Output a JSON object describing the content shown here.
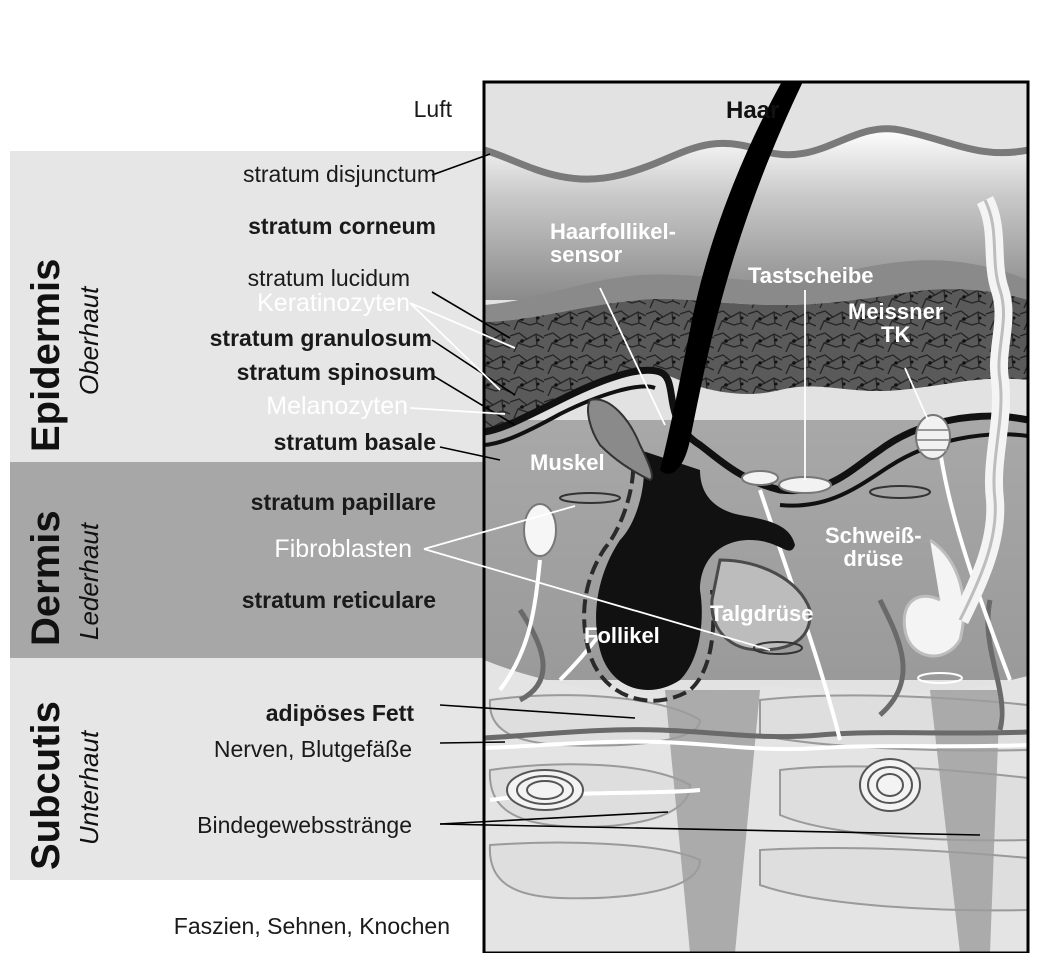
{
  "regions": {
    "epidermis": {
      "name": "Epidermis",
      "sub": "Oberhaut"
    },
    "dermis": {
      "name": "Dermis",
      "sub": "Lederhaut"
    },
    "subcutis": {
      "name": "Subcutis",
      "sub": "Unterhaut"
    }
  },
  "left_labels": {
    "luft": "Luft",
    "disjunctum": "stratum disjunctum",
    "corneum": "stratum corneum",
    "lucidum": "stratum lucidum",
    "keratinozyten": "Keratinozyten",
    "granulosum": "stratum granulosum",
    "spinosum": "stratum spinosum",
    "melanozyten": "Melanozyten",
    "basale": "stratum basale",
    "papillare": "stratum papillare",
    "fibroblasten": "Fibroblasten",
    "reticulare": "stratum reticulare",
    "fett": "adipöses Fett",
    "nerven": "Nerven, Blutgefäße",
    "strange": "Bindegewebsstränge",
    "faszien": "Faszien, Sehnen, Knochen"
  },
  "inner_labels": {
    "haar": "Haar",
    "haarfollikel_1": "Haarfollikel-",
    "haarfollikel_2": "sensor",
    "tastscheibe": "Tastscheibe",
    "meissner_1": "Meissner",
    "meissner_2": "TK",
    "muskel": "Muskel",
    "schweiss_1": "Schweiß-",
    "schweiss_2": "drüse",
    "talgdruese": "Talgdrüse",
    "follikel": "Follikel"
  },
  "colors": {
    "epidermis_band": "#e6e6e6",
    "dermis_band": "#a7a7a7",
    "subcutis_band": "#e6e6e6"
  }
}
